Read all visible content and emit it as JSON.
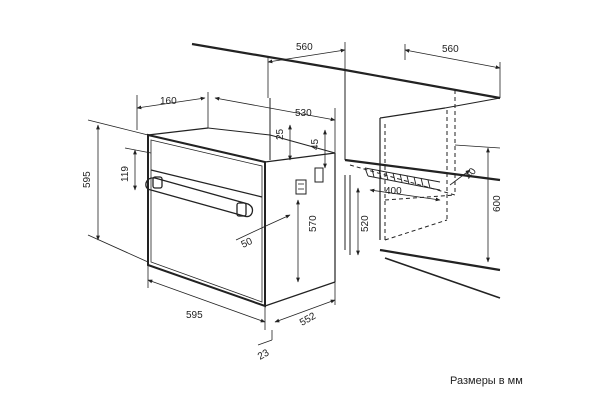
{
  "diagram": {
    "note": "Размеры в мм",
    "dimensions": {
      "oven_depth_top": "560",
      "niche_depth_top": "560",
      "panel_depth": "160",
      "body_depth": "530",
      "top_gap": "25",
      "panel_offset": "45",
      "front_height": "595",
      "panel_height": "119",
      "body_height": "570",
      "handle_offset": "50",
      "front_width": "595",
      "body_width": "552",
      "front_thickness": "23",
      "niche_height_min": "520",
      "niche_height_max": "600",
      "vent_width": "400",
      "vent_depth": "40"
    }
  }
}
